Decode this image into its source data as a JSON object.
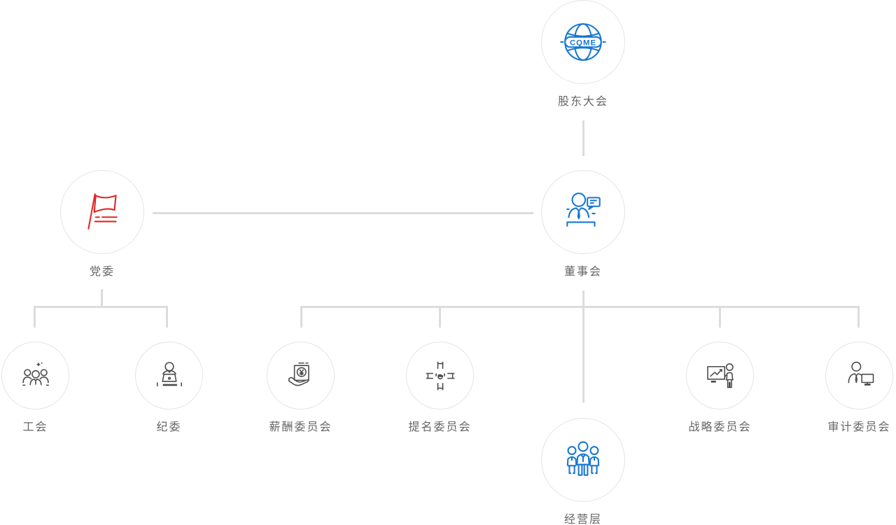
{
  "diagram_type": "corporate-governance-org-chart",
  "colors": {
    "blue": "#1777d2",
    "red": "#e12525",
    "dark_icon": "#4a4a4a",
    "circle_border": "#e4e4e4",
    "connector": "#dcdcdc",
    "label_text": "#666666",
    "background": "#ffffff"
  },
  "nodes": [
    {
      "id": "shareholders",
      "label": "股东大会",
      "icon": "globe-cqme-icon",
      "icon_text": "CQME",
      "color": "blue",
      "size": "large"
    },
    {
      "id": "party-committee",
      "label": "党委",
      "icon": "red-flag-icon",
      "color": "red",
      "size": "large"
    },
    {
      "id": "board-of-directors",
      "label": "董事会",
      "icon": "director-speech-icon",
      "color": "blue",
      "size": "large"
    },
    {
      "id": "labor-union",
      "label": "工会",
      "icon": "staff-group-icon",
      "color": "dark",
      "size": "small"
    },
    {
      "id": "discipline-committee",
      "label": "纪委",
      "icon": "laptop-officer-icon",
      "color": "dark",
      "size": "small"
    },
    {
      "id": "remuneration-committee",
      "label": "薪酬委员会",
      "icon": "salary-hand-icon",
      "color": "dark",
      "size": "small"
    },
    {
      "id": "nomination-committee",
      "label": "提名委员会",
      "icon": "hands-join-icon",
      "color": "dark",
      "size": "small"
    },
    {
      "id": "strategy-committee",
      "label": "战略委员会",
      "icon": "strategy-presentation-icon",
      "color": "dark",
      "size": "small"
    },
    {
      "id": "audit-committee",
      "label": "审计委员会",
      "icon": "auditor-monitor-icon",
      "color": "dark",
      "size": "small"
    },
    {
      "id": "management",
      "label": "经营层",
      "icon": "team-icon",
      "color": "blue",
      "size": "large"
    }
  ],
  "edges": [
    {
      "from": "股东大会",
      "to": "董事会"
    },
    {
      "from": "董事会",
      "to": "党委"
    },
    {
      "from": "党委",
      "to": "工会"
    },
    {
      "from": "党委",
      "to": "纪委"
    },
    {
      "from": "董事会",
      "to": "薪酬委员会"
    },
    {
      "from": "董事会",
      "to": "提名委员会"
    },
    {
      "from": "董事会",
      "to": "战略委员会"
    },
    {
      "from": "董事会",
      "to": "审计委员会"
    },
    {
      "from": "董事会",
      "to": "经营层"
    }
  ]
}
